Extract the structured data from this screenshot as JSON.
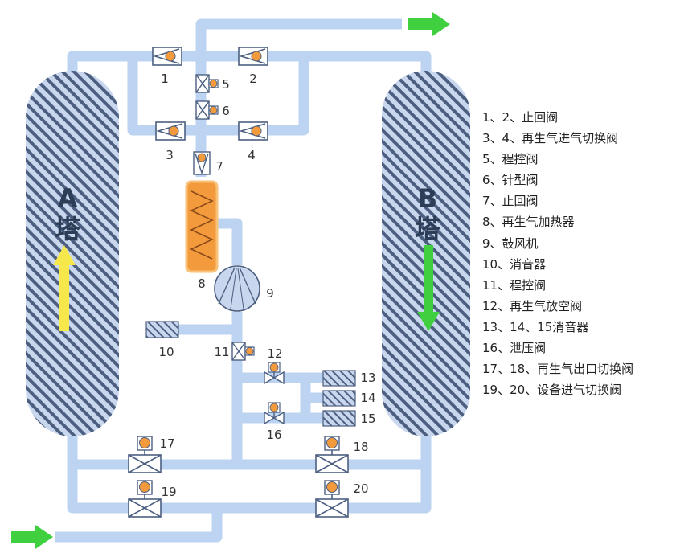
{
  "towers": {
    "a": {
      "letter": "A",
      "name": "塔"
    },
    "b": {
      "letter": "B",
      "name": "塔"
    }
  },
  "components": {
    "v1": "1",
    "v2": "2",
    "v3": "3",
    "v4": "4",
    "v5": "5",
    "v6": "6",
    "v7": "7",
    "heater": "8",
    "blower": "9",
    "muffler10": "10",
    "v11": "11",
    "v12": "12",
    "m13": "13",
    "m14": "14",
    "m15": "15",
    "v16": "16",
    "v17": "17",
    "v18": "18",
    "v19": "19",
    "v20": "20"
  },
  "legend": [
    "1、2、止回阀",
    "3、4、再生气进气切换阀",
    "5、程控阀",
    "6、针型阀",
    "7、止回阀",
    "8、再生气加热器",
    "9、鼓风机",
    "10、消音器",
    "11、程控阀",
    "12、再生气放空阀",
    "13、14、15消音器",
    "16、泄压阀",
    "17、18、再生气出口切换阀",
    "19、20、设备进气切换阀"
  ],
  "colors": {
    "pipe": "#bcd3f2",
    "tower_fill": "#c9d7ee",
    "tower_hatch": "#4c5f80",
    "valve_dot": "#f39a3c",
    "heater": "#f39a3c",
    "arrow_green": "#3fcf3f",
    "arrow_yellow": "#f6e84a"
  }
}
